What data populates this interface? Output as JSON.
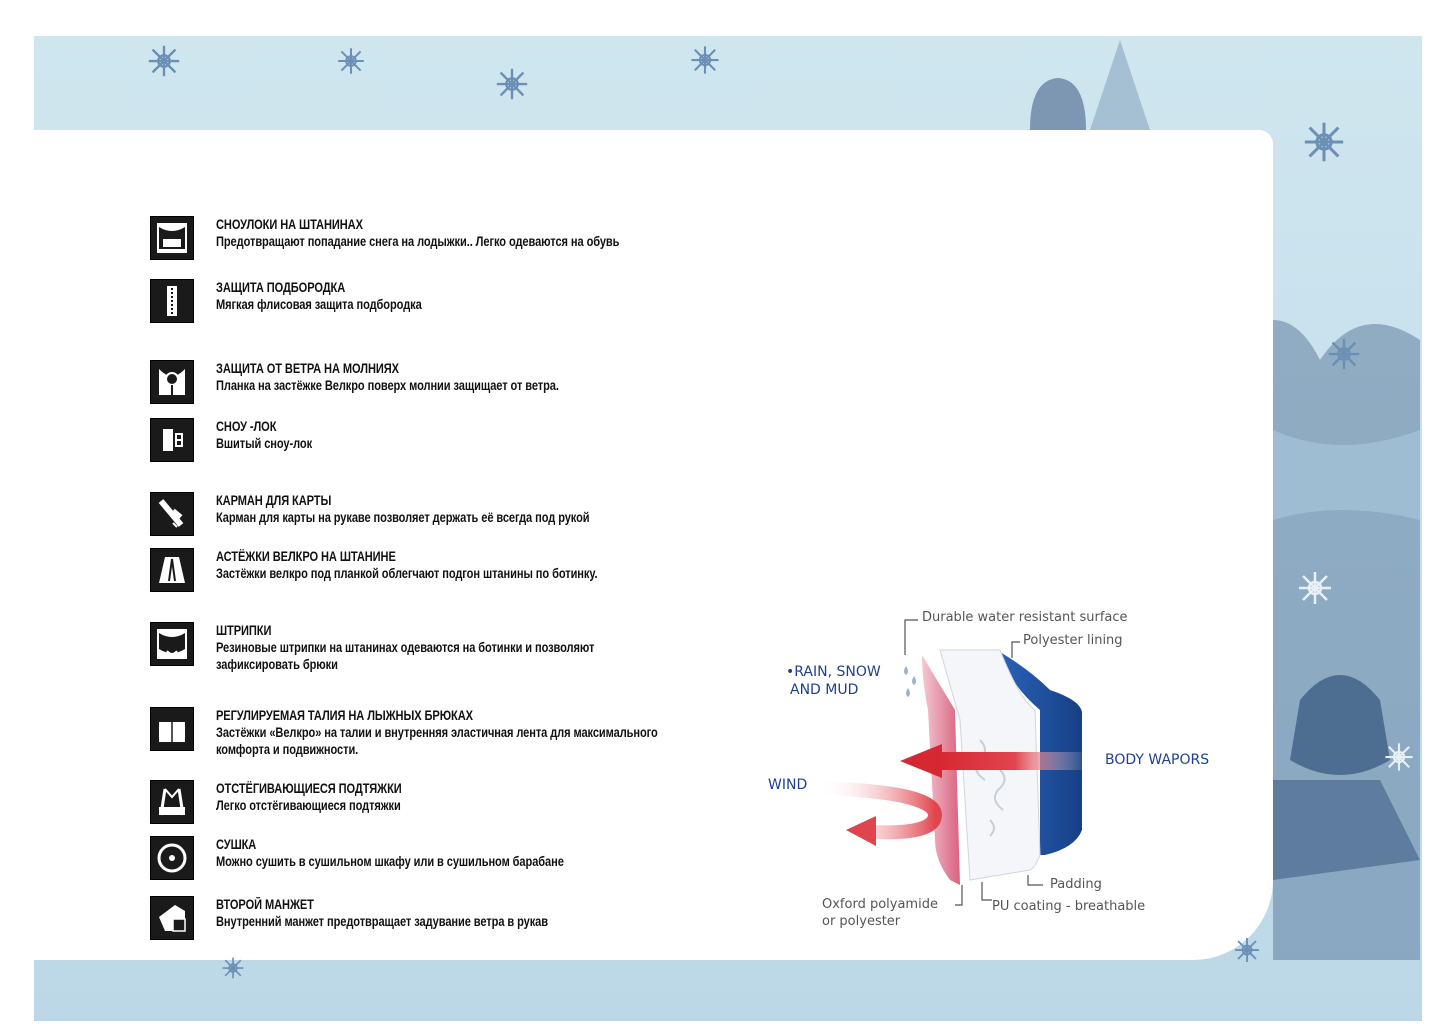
{
  "features": [
    {
      "icon": "gaiter-icon",
      "title": "СНОУЛОКИ НА ШТАНИНАХ",
      "desc": "Предотвращают попадание снега на лодыжки.. Легко одеваются на обувь"
    },
    {
      "icon": "chin-guard-icon",
      "title": "ЗАЩИТА ПОДБОРОДКА",
      "desc": "Мягкая флисовая защита подбородка"
    },
    {
      "icon": "collar-zip-icon",
      "title": "ЗАЩИТА ОТ ВЕТРА НА МОЛНИЯХ",
      "desc": "Планка на застёжке Велкро поверх молнии защищает от ветра."
    },
    {
      "icon": "snow-lock-icon",
      "title": "СНОУ -ЛОК",
      "desc": "Вшитый сноу-лок"
    },
    {
      "icon": "sleeve-pocket-icon",
      "title": "КАРМАН ДЛЯ  КАРТЫ",
      "desc": "Карман для карты на рукаве позволяет держать её всегда под рукой"
    },
    {
      "icon": "leg-velcro-icon",
      "title": "АСТЁЖКИ ВЕЛКРО НА ШТАНИНЕ",
      "desc": "Застёжки велкро под планкой облегчают подгон штанины по ботинку."
    },
    {
      "icon": "stirrup-icon",
      "title": "ШТРИПКИ",
      "desc": "Резиновые штрипки на штанинах одеваются на ботинки и позволяют зафиксировать брюки"
    },
    {
      "icon": "adjustable-waist-icon",
      "title": "РЕГУЛИРУЕМАЯ ТАЛИЯ НА ЛЫЖНЫХ БРЮКАХ",
      "desc": "Застёжки «Велкро» на талии и внутренняя эластичная лента для максимального комфорта и подвижности."
    },
    {
      "icon": "suspenders-icon",
      "title": "ОТСТЁГИВАЮЩИЕСЯ ПОДТЯЖКИ",
      "desc": "Легко отстёгивающиеся подтяжки"
    },
    {
      "icon": "dryer-icon",
      "title": "СУШКА",
      "desc": "Можно сушить в  сушильном шкафу или в сушильном барабане"
    },
    {
      "icon": "cuff-icon",
      "title": "ВТОРОЙ МАНЖЕТ",
      "desc": "Внутренний манжет предотвращает задувание ветра в рукав"
    }
  ],
  "diagram": {
    "durable_surface": "Durable water resistant surface",
    "polyester_lining": "Polyester lining",
    "rain_line1": "•RAIN, SNOW",
    "rain_line2": "AND MUD",
    "body_vapors": "BODY WAPORS",
    "wind": "WIND",
    "padding": "Padding",
    "oxford_line1": "Oxford polyamide",
    "oxford_line2": "or polyester",
    "pu_coating": "PU coating - breathable",
    "colors": {
      "outer": "#d9627f",
      "inner": "#1f4fa0",
      "arrow": "#e0454f"
    }
  }
}
